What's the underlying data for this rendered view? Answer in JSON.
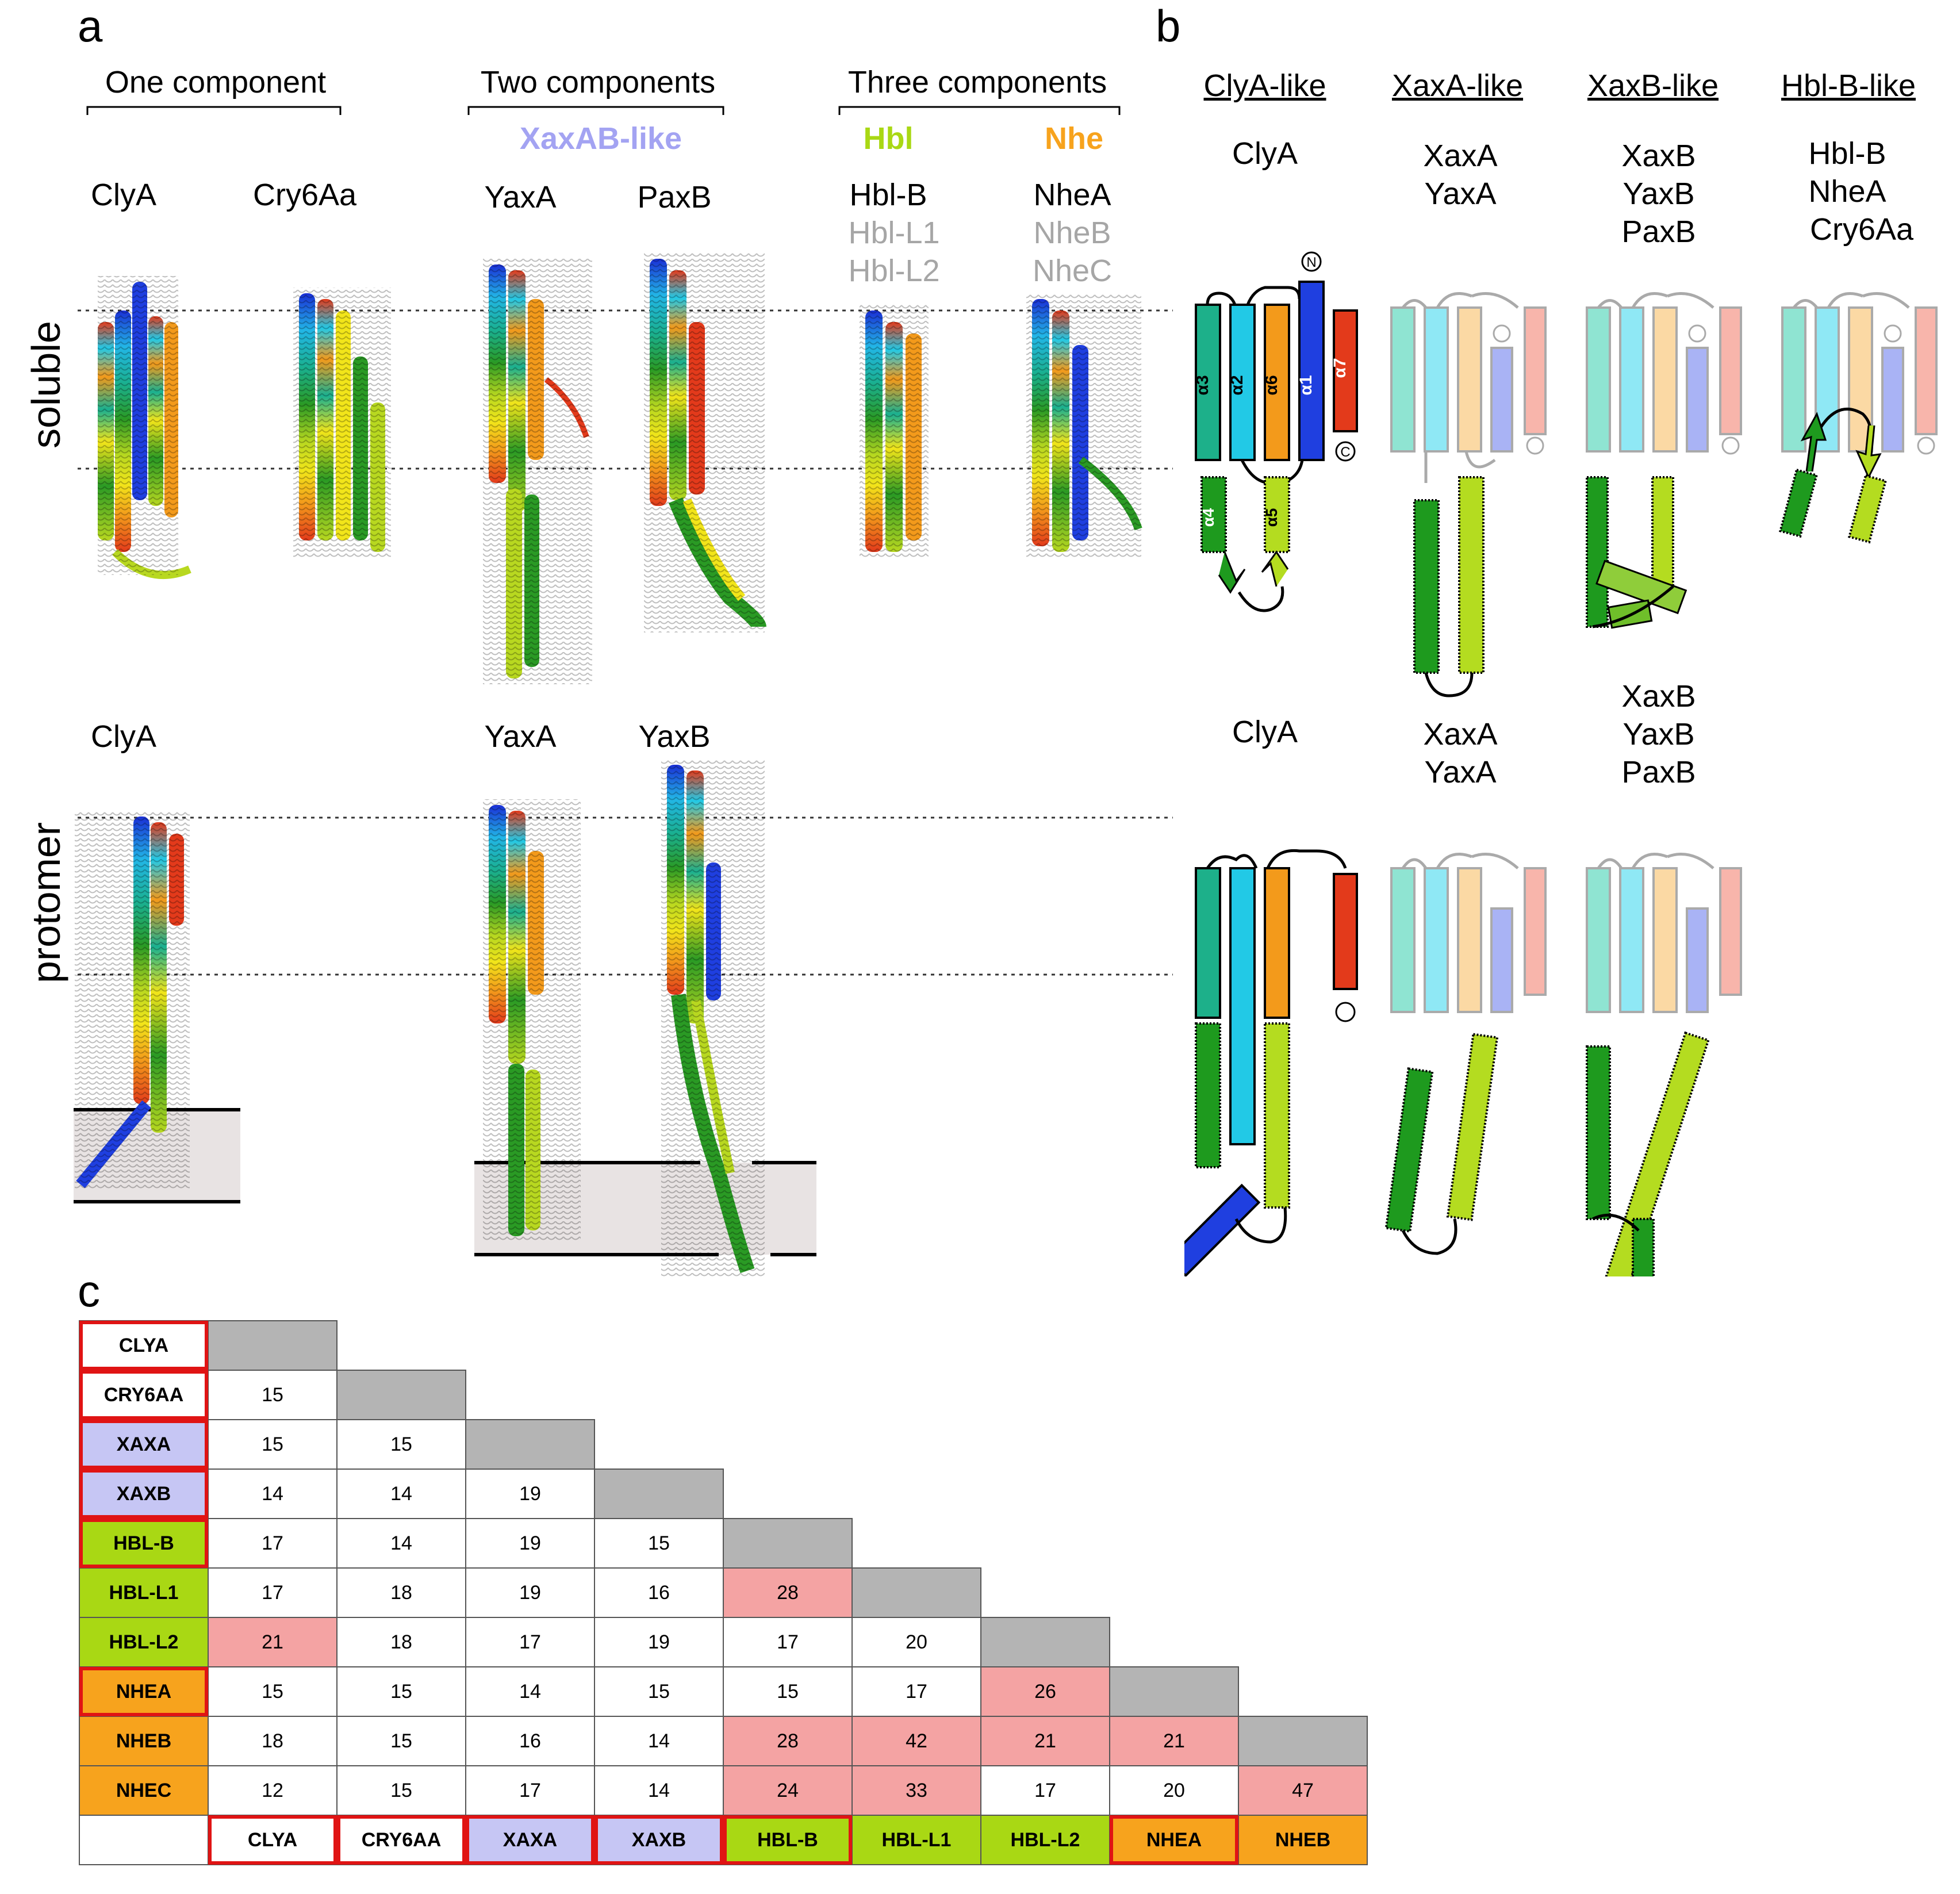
{
  "panels": {
    "a": "a",
    "b": "b",
    "c": "c"
  },
  "panel_a": {
    "groups": {
      "one": "One component",
      "two": "Two components",
      "three": "Three components"
    },
    "subgroups": {
      "xaxab": "XaxAB-like",
      "hbl": "Hbl",
      "nhe": "Nhe"
    },
    "rows": {
      "soluble": "soluble",
      "protomer": "protomer"
    },
    "soluble_names": {
      "clya": "ClyA",
      "cry6aa": "Cry6Aa",
      "yaxa": "YaxA",
      "paxb": "PaxB",
      "hblb": "Hbl-B",
      "hbll1": "Hbl-L1",
      "hbll2": "Hbl-L2",
      "nhea": "NheA",
      "nheb": "NheB",
      "nhec": "NheC"
    },
    "protomer_names": {
      "clya": "ClyA",
      "yaxa": "YaxA",
      "yaxb": "YaxB"
    }
  },
  "panel_b": {
    "columns": {
      "clya_like": "ClyA-like",
      "xaxa_like": "XaxA-like",
      "xaxb_like": "XaxB-like",
      "hblb_like": "Hbl-B-like"
    },
    "soluble": {
      "clya": "ClyA",
      "xaxa_1": "XaxA",
      "xaxa_2": "YaxA",
      "xaxb_1": "XaxB",
      "xaxb_2": "YaxB",
      "xaxb_3": "PaxB",
      "hblb_1": "Hbl-B",
      "hblb_2": "NheA",
      "hblb_3": "Cry6Aa"
    },
    "protomer": {
      "clya": "ClyA",
      "xaxa_1": "XaxA",
      "xaxa_2": "YaxA",
      "xaxb_1": "XaxB",
      "xaxb_2": "YaxB",
      "xaxb_3": "PaxB"
    },
    "helix_labels": {
      "a1": "α1",
      "a2": "α2",
      "a3": "α3",
      "a4": "α4",
      "a5": "α5",
      "a6": "α6",
      "a7": "α7",
      "n": "N",
      "c": "C"
    },
    "colors": {
      "a1": "#1f3fe0",
      "a2": "#22c9e6",
      "a3": "#1db08a",
      "a4": "#1e9a1e",
      "a5": "#b4dc20",
      "a6": "#f39a1b",
      "a7": "#e33a1b"
    }
  },
  "panel_c": {
    "row_headers": [
      "CLYA",
      "CRY6AA",
      "XAXA",
      "XAXB",
      "HBL-B",
      "HBL-L1",
      "HBL-L2",
      "NHEA",
      "NHEB",
      "NHEC"
    ],
    "col_headers": [
      "CLYA",
      "CRY6AA",
      "XAXA",
      "XAXB",
      "HBL-B",
      "HBL-L1",
      "HBL-L2",
      "NHEA",
      "NHEB"
    ],
    "values": [
      [],
      [
        "15"
      ],
      [
        "15",
        "15"
      ],
      [
        "14",
        "14",
        "19"
      ],
      [
        "17",
        "14",
        "19",
        "15"
      ],
      [
        "17",
        "18",
        "19",
        "16",
        "28"
      ],
      [
        "21",
        "18",
        "17",
        "19",
        "17",
        "20"
      ],
      [
        "15",
        "15",
        "14",
        "15",
        "15",
        "17",
        "26"
      ],
      [
        "18",
        "15",
        "16",
        "14",
        "28",
        "42",
        "21",
        "21"
      ],
      [
        "12",
        "15",
        "17",
        "14",
        "24",
        "33",
        "17",
        "20",
        "47"
      ]
    ],
    "colors": {
      "xax": "#c6c6f4",
      "hbl": "#a9d814",
      "nhe": "#f7a31d",
      "highlight": "#f4a3a3",
      "diag": "#b4b4b4",
      "red_box": "#e01414"
    }
  }
}
